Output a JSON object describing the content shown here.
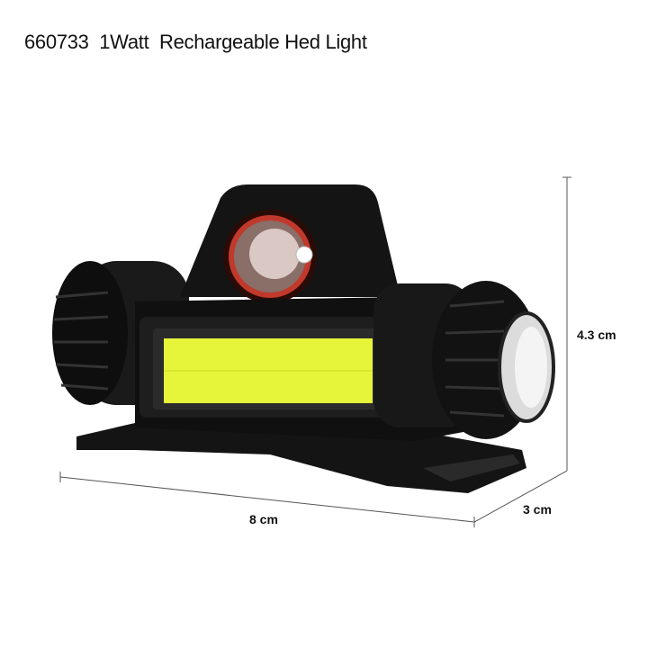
{
  "title": "660733  1Watt  Rechargeable Hed Light",
  "dimensions": {
    "height": "4.3 cm",
    "length": "8 cm",
    "depth": "3 cm"
  },
  "colors": {
    "cob_led": "#e6f53a",
    "body": "#111111",
    "reflector_ring": "#c0392b"
  }
}
